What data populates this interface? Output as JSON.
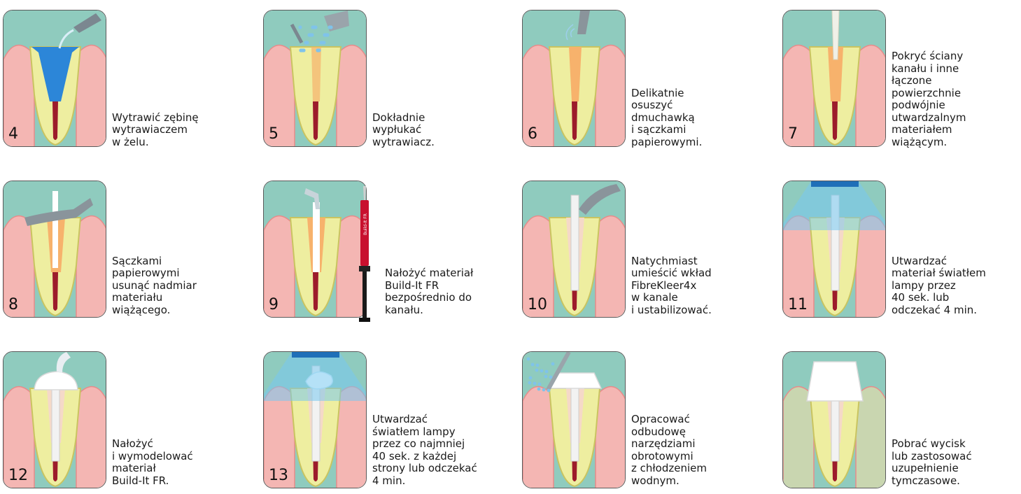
{
  "colors": {
    "panel_bg": "#8fcbbe",
    "gum": "#f4b6b3",
    "gum_edge": "#e78b8a",
    "root": "#eeeea0",
    "root_edge": "#c9c460",
    "canal": "#9c1c2b",
    "etchant": "#2c86d8",
    "bonding": "#f7b26c",
    "post": "#f2f2f2",
    "curing_light": "#79c8f0",
    "crown": "#ffffff"
  },
  "steps": [
    {
      "number": "4",
      "caption": "Wytrawić zębinę\nwytrawiaczem\nw żelu.",
      "icon": "etchant-syringe-icon"
    },
    {
      "number": "5",
      "caption": "Dokładnie\nwypłukać\nwytrawiacz.",
      "icon": "water-spray-icon"
    },
    {
      "number": "6",
      "caption": "Delikatnie\nosuszyć\ndmuchawką\ni sączkami\npapierowymi.",
      "icon": "air-syringe-icon"
    },
    {
      "number": "7",
      "caption": "Pokryć ściany\nkanału i inne\nłączone\npowierzchnie\npodwójnie\nutwardzalnym\nmateriałem\nwiążącym.",
      "icon": "bonding-brush-icon"
    },
    {
      "number": "8",
      "caption": "Sączkami\npapierowymi\nusunąć nadmiar\nmateriału\nwiążącego.",
      "icon": "paper-point-icon"
    },
    {
      "number": "9",
      "caption": "Nałożyć materiał\nBuild-It FR\nbezpośrednio do\nkanału.",
      "icon": "syringe-tip-icon"
    },
    {
      "number": "10",
      "caption": "Natychmiast\numieścić wkład\nFibreKleer4x\nw kanale\ni ustabilizować.",
      "icon": "fiber-post-icon"
    },
    {
      "number": "11",
      "caption": "Utwardzać\nmateriał światłem\nlampy przez\n40 sek. lub\nodczekać 4 min.",
      "icon": "curing-light-icon"
    },
    {
      "number": "12",
      "caption": "Nałożyć\ni wymodelować\nmateriał\nBuild-It FR.",
      "icon": "core-material-icon"
    },
    {
      "number": "13",
      "caption": "Utwardzać\nświatłem lampy\nprzez co najmniej\n40 sek. z każdej\nstrony lub odczekać\n4 min.",
      "icon": "curing-light-icon"
    },
    {
      "number": "",
      "caption": "Opracować\nodbudowę\nnarzędziami\nobrotowymi\nz chłodzeniem\nwodnym.",
      "icon": "rotary-bur-icon"
    },
    {
      "number": "",
      "caption": "Pobrać wycisk\nlub zastosować\nuzupełnienie\ntymczasowe.",
      "icon": "crown-icon"
    }
  ],
  "syringe_label": "Build-It FR"
}
